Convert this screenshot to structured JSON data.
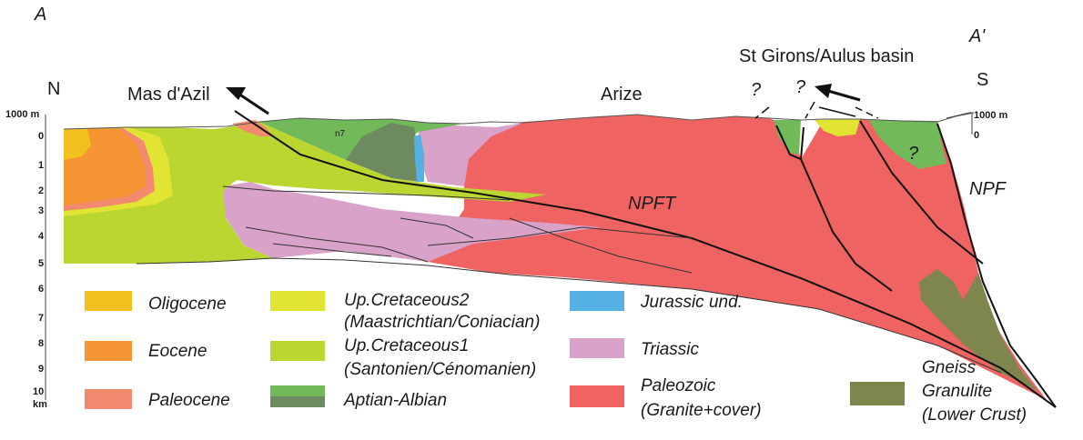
{
  "section": {
    "start_label": "A",
    "end_label": "A'",
    "north": "N",
    "south": "S"
  },
  "place_labels": {
    "mas_dazil": "Mas d'Azil",
    "arize": "Arize",
    "st_girons": "St Girons/Aulus basin"
  },
  "fault_labels": {
    "npft": "NPFT",
    "npf": "NPF",
    "q1": "?",
    "q2": "?",
    "q3": "?",
    "n7": "n7"
  },
  "depth_scale_left": {
    "top": "1000 m",
    "ticks": [
      "0",
      "1",
      "2",
      "3",
      "4",
      "5",
      "6",
      "7",
      "8",
      "9",
      "10"
    ],
    "unit": "km"
  },
  "depth_scale_right": {
    "top": "1000 m",
    "zero": "0"
  },
  "legend": [
    {
      "label": "Oligocene",
      "color": "#f2c01f"
    },
    {
      "label": "Eocene",
      "color": "#f59533"
    },
    {
      "label": "Paleocene",
      "color": "#f28a6f"
    },
    {
      "label": "Up.Cretaceous2",
      "sub": "(Maastrichtian/Coniacian)",
      "color": "#e2e433"
    },
    {
      "label": "Up.Cretaceous1",
      "sub": "(Santonien/Cénomanien)",
      "color": "#bcd631"
    },
    {
      "label": "Aptian-Albian",
      "color": "#72b95a",
      "color2": "#6e8a60"
    },
    {
      "label": "Jurassic und.",
      "color": "#55b0e3"
    },
    {
      "label": "Triassic",
      "color": "#d9a3c9"
    },
    {
      "label": "Paleozoic",
      "sub": "(Granite+cover)",
      "color": "#ef6463"
    },
    {
      "label": "Gneiss",
      "sub": "Granulite",
      "sub2": "(Lower Crust)",
      "color": "#7e864e"
    }
  ]
}
